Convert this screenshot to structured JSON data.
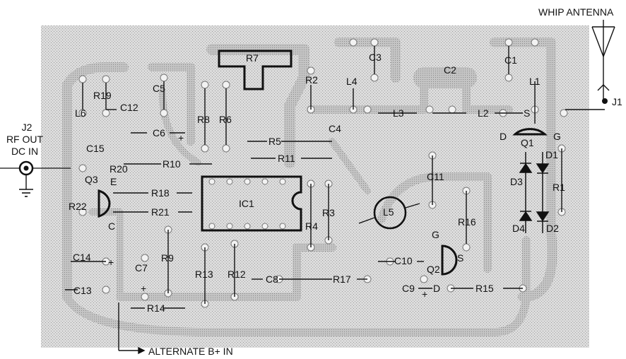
{
  "external_labels": {
    "whip_antenna": "WHIP ANTENNA",
    "j1": "J1",
    "j2": "J2",
    "rf_out": "RF OUT",
    "dc_in": "DC IN",
    "alternate_bplus": "ALTERNATE B+ IN"
  },
  "components": [
    "R7",
    "C3",
    "C1",
    "C2",
    "L4",
    "R2",
    "L1",
    "C5",
    "R19",
    "L6",
    "C12",
    "R8",
    "R6",
    "C4",
    "L3",
    "L2",
    "S",
    "D",
    "G",
    "C6",
    "+",
    "R5",
    "Q1",
    "D1",
    "R11",
    "C15",
    "R10",
    "C11",
    "R20",
    "E",
    "D3",
    "R1",
    "Q3",
    "R18",
    "IC1",
    "R3",
    "L5",
    "R22",
    "R21",
    "R16",
    "D4",
    "D2",
    "C",
    "R4",
    "G",
    "C14",
    "+",
    "C7",
    "R9",
    "S",
    "C10",
    "Q2",
    "C13",
    "R13",
    "R12",
    "C8",
    "R17",
    "C9",
    "+",
    "D",
    "R15",
    "+",
    "R14"
  ],
  "colors": {
    "board": "#d6d6d6",
    "trace": "#bdbdbd",
    "outline": "#111111"
  }
}
